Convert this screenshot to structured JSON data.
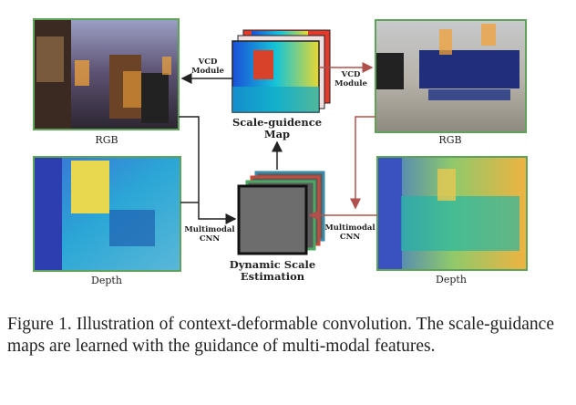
{
  "figure": {
    "labels": {
      "rgb_left": "RGB",
      "rgb_right": "RGB",
      "depth_left": "Depth",
      "depth_right": "Depth",
      "vcd_left_line1": "VCD",
      "vcd_left_line2": "Module",
      "vcd_right_line1": "VCD",
      "vcd_right_line2": "Module",
      "scale_guidance_line1": "Scale-guidence",
      "scale_guidance_line2": "Map",
      "multimodal_left_line1": "Multimodal",
      "multimodal_left_line2": "CNN",
      "multimodal_right_line1": "Multimodal",
      "multimodal_right_line2": "CNN",
      "dse_line1": "Dynamic Scale",
      "dse_line2": "Estimation"
    },
    "colors": {
      "image_border": "#5fa35a",
      "arrow_dark": "#222222",
      "arrow_red": "#b0504c"
    }
  },
  "caption": {
    "text": "Figure 1. Illustration of context-deformable convolution. The scale-guidance maps are learned with the guidance of multi-modal features."
  }
}
